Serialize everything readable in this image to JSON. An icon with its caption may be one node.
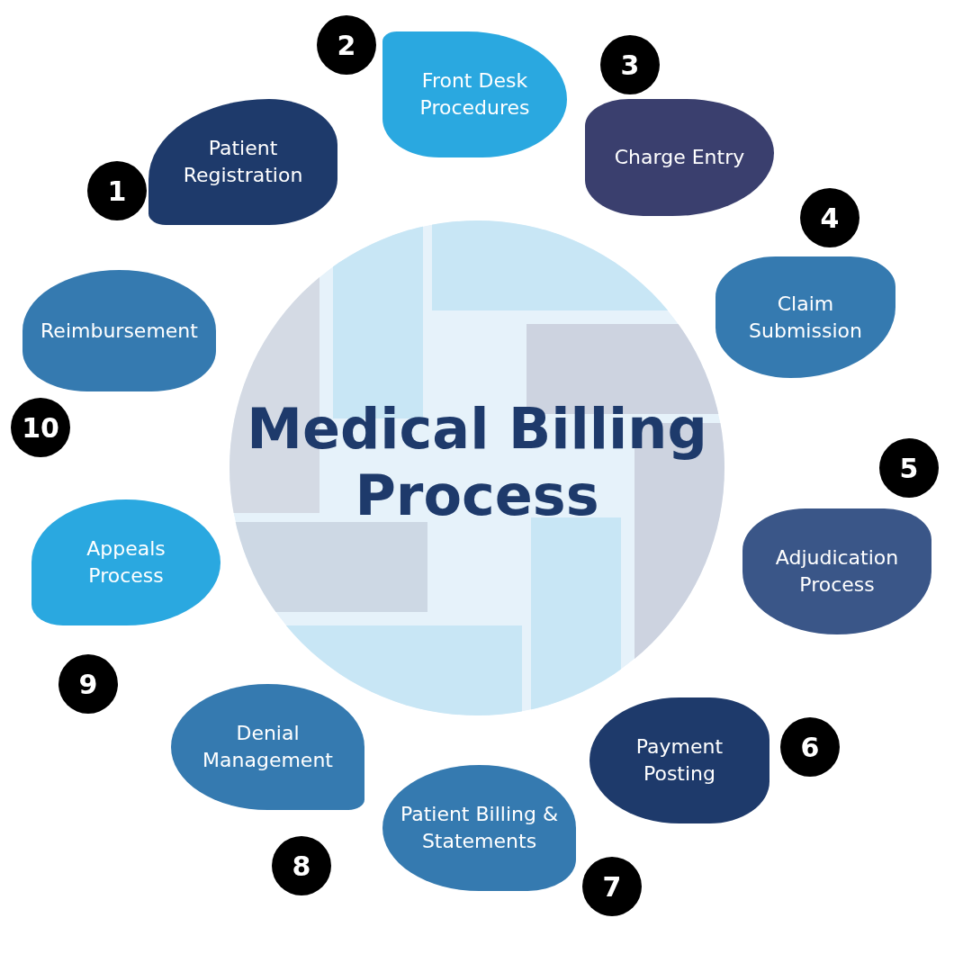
{
  "diagram": {
    "title": "Medical Billing Process",
    "nodes": [
      {
        "text": [
          "Patient Registration"
        ],
        "beside": [
          "1"
        ]
      },
      {
        "text": [
          "Front Desk Procedures"
        ],
        "beside": [
          "2"
        ]
      },
      {
        "text": [
          "Charge Entry"
        ],
        "beside": [
          "3"
        ]
      },
      {
        "text": [
          "Claim Submission"
        ],
        "beside": [
          "4"
        ]
      },
      {
        "text": [
          "Adjudication Process"
        ],
        "beside": [
          "5"
        ]
      },
      {
        "text": [
          "Payment Posting"
        ],
        "beside": [
          "6"
        ]
      },
      {
        "text": [
          "Patient Billing & Statements"
        ],
        "beside": [
          "7"
        ]
      },
      {
        "text": [
          "Denial Management"
        ],
        "beside": [
          "8"
        ]
      },
      {
        "text": [
          "Appeals Process"
        ],
        "beside": [
          "9"
        ]
      },
      {
        "text": [
          "Reimbursement"
        ],
        "beside": [
          "10"
        ]
      }
    ]
  }
}
